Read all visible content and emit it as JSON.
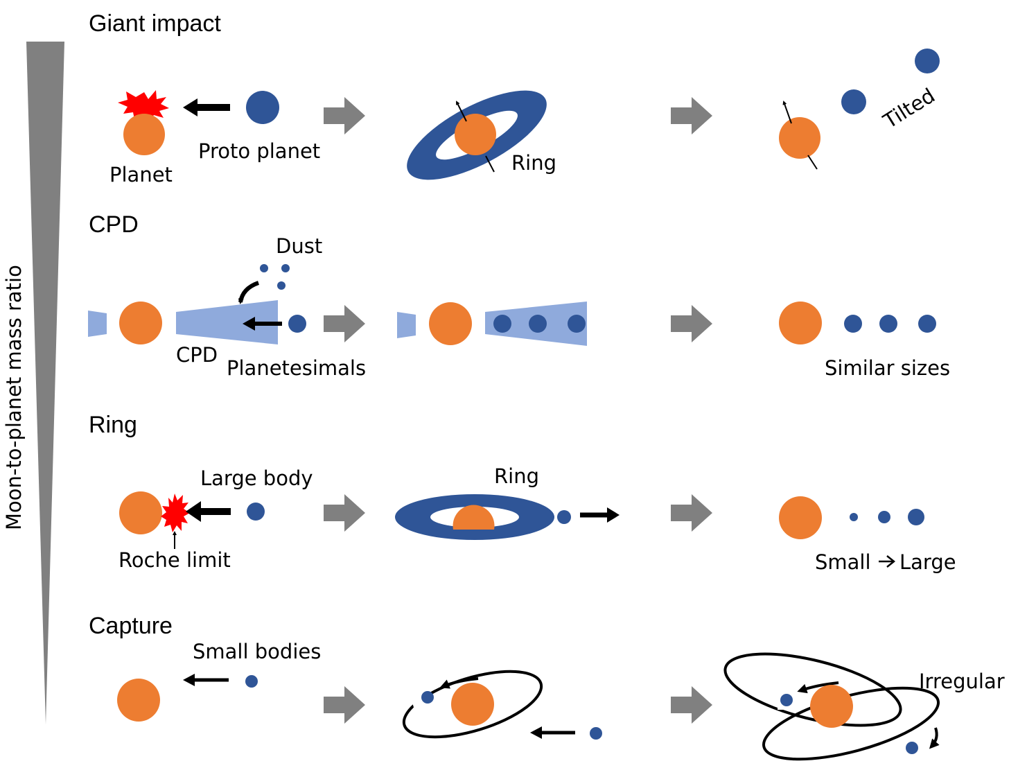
{
  "axis": {
    "label": "Moon-to-planet mass ratio"
  },
  "sections": {
    "giant_impact": {
      "title": "Giant impact",
      "planet": "Planet",
      "proto_planet": "Proto planet",
      "ring": "Ring",
      "tilted": "Tilted"
    },
    "cpd": {
      "title": "CPD",
      "dust": "Dust",
      "cpd": "CPD",
      "planetesimals": "Planetesimals",
      "similar_sizes": "Similar sizes"
    },
    "ring": {
      "title": "Ring",
      "large_body": "Large body",
      "roche_limit": "Roche limit",
      "ring": "Ring",
      "small": "Small",
      "large": "Large"
    },
    "capture": {
      "title": "Capture",
      "small_bodies": "Small bodies",
      "irregular": "Irregular"
    }
  },
  "colors": {
    "planet": "#ED7D31",
    "moon": "#2F5597",
    "cpd": "#8FAADC",
    "impact": "#FF0000",
    "flow_arrow": "#808080",
    "axis_wedge": "#808080"
  }
}
